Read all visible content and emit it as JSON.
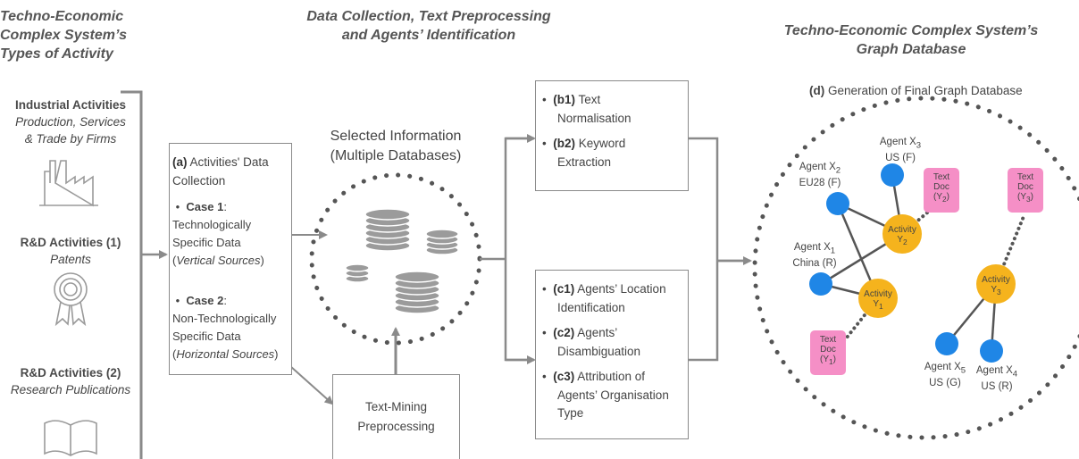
{
  "headers": {
    "col1": [
      "Techno-Economic",
      "Complex System’s",
      "Types of Activity"
    ],
    "col2": [
      "Data Collection, Text Preprocessing",
      "and Agents’ Identification"
    ],
    "col3": [
      "Techno-Economic Complex System’s",
      "Graph Database"
    ]
  },
  "activities": [
    {
      "title": "Industrial Activities",
      "sub1": "Production, Services",
      "sub2": "& Trade by Firms",
      "icon": "factory-icon"
    },
    {
      "title": "R&D Activities (1)",
      "sub1": "Patents",
      "sub2": "",
      "icon": "award-ribbon-icon"
    },
    {
      "title": "R&D Activities (2)",
      "sub1": "Research Publications",
      "sub2": "",
      "icon": "open-book-icon"
    }
  ],
  "box_a": {
    "tag": "(a)",
    "title1": " Activities' Data",
    "title2": "Collection",
    "case1_label": "Case 1",
    "case1_lines": [
      "Technologically",
      "Specific Data"
    ],
    "case1_src": "Vertical Sources",
    "case2_label": "Case 2",
    "case2_lines": [
      "Non-Technologically",
      "Specific Data"
    ],
    "case2_src": "Horizontal Sources"
  },
  "selected_info": [
    "Selected Information",
    "(Multiple Databases)"
  ],
  "text_mining": [
    "Text-Mining",
    "Preprocessing"
  ],
  "box_b": [
    {
      "tag": "(b1)",
      "text1": " Text",
      "text2": "Normalisation"
    },
    {
      "tag": "(b2)",
      "text1": " Keyword",
      "text2": "Extraction"
    }
  ],
  "box_c": [
    {
      "tag": "(c1)",
      "text1": " Agents’ Location",
      "text2": "Identification"
    },
    {
      "tag": "(c2)",
      "text1": " Agents’",
      "text2": "Disambiguation"
    },
    {
      "tag": "(c3)",
      "text1": " Attribution of",
      "text2": "Agents’ Organisation",
      "text3": "Type"
    }
  ],
  "graph": {
    "tag": "(d)",
    "title": " Generation of Final Graph Database",
    "agents": [
      {
        "name": "Agent X",
        "sub": "2",
        "extra": "EU28 (F)"
      },
      {
        "name": "Agent X",
        "sub": "3",
        "extra": "US (F)"
      },
      {
        "name": "Agent X",
        "sub": "1",
        "extra": "China (R)"
      },
      {
        "name": "Agent X",
        "sub": "5",
        "extra": "US (G)"
      },
      {
        "name": "Agent X",
        "sub": "4",
        "extra": "US (R)"
      }
    ],
    "activities": [
      {
        "name": "Activity",
        "sub": "2"
      },
      {
        "name": "Activity",
        "sub": "1"
      },
      {
        "name": "Activity",
        "sub": "3"
      }
    ],
    "docs": [
      {
        "line1": "Text",
        "line2": "Doc",
        "y": "2"
      },
      {
        "line1": "Text",
        "line2": "Doc",
        "y": "3"
      },
      {
        "line1": "Text",
        "line2": "Doc",
        "y": "1"
      }
    ],
    "colors": {
      "agent": "#1f86e6",
      "activity": "#f5b31d",
      "doc": "#f58fc6"
    }
  }
}
